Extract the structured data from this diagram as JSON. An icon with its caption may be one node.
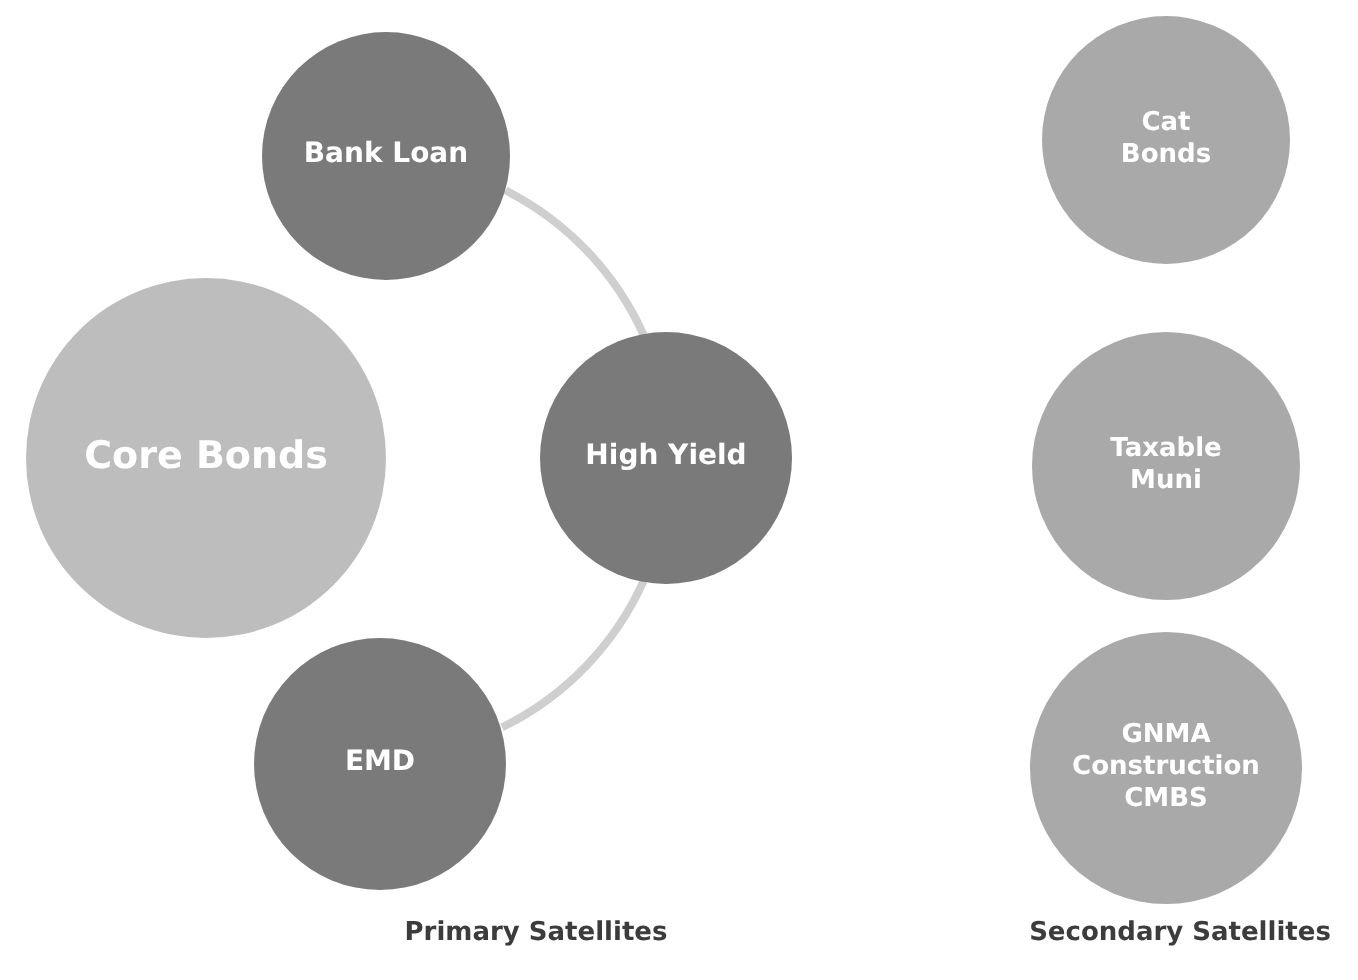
{
  "diagram": {
    "nodes": [
      {
        "text": [
          "Bank Loan"
        ]
      },
      {
        "text": [
          "Core Bonds"
        ]
      },
      {
        "text": [
          "High Yield"
        ]
      },
      {
        "text": [
          "EMD"
        ]
      },
      {
        "text": [
          "Cat Bonds"
        ]
      },
      {
        "text": [
          "Taxable Muni"
        ]
      },
      {
        "text": [
          "GNMA Construction CMBS"
        ]
      }
    ],
    "edges": [
      {
        "from": 0,
        "to": 2,
        "arrow": "none"
      },
      {
        "from": 2,
        "to": 3,
        "arrow": "none"
      }
    ],
    "labels": [
      "Primary Satellites",
      "Secondary Satellites"
    ]
  }
}
